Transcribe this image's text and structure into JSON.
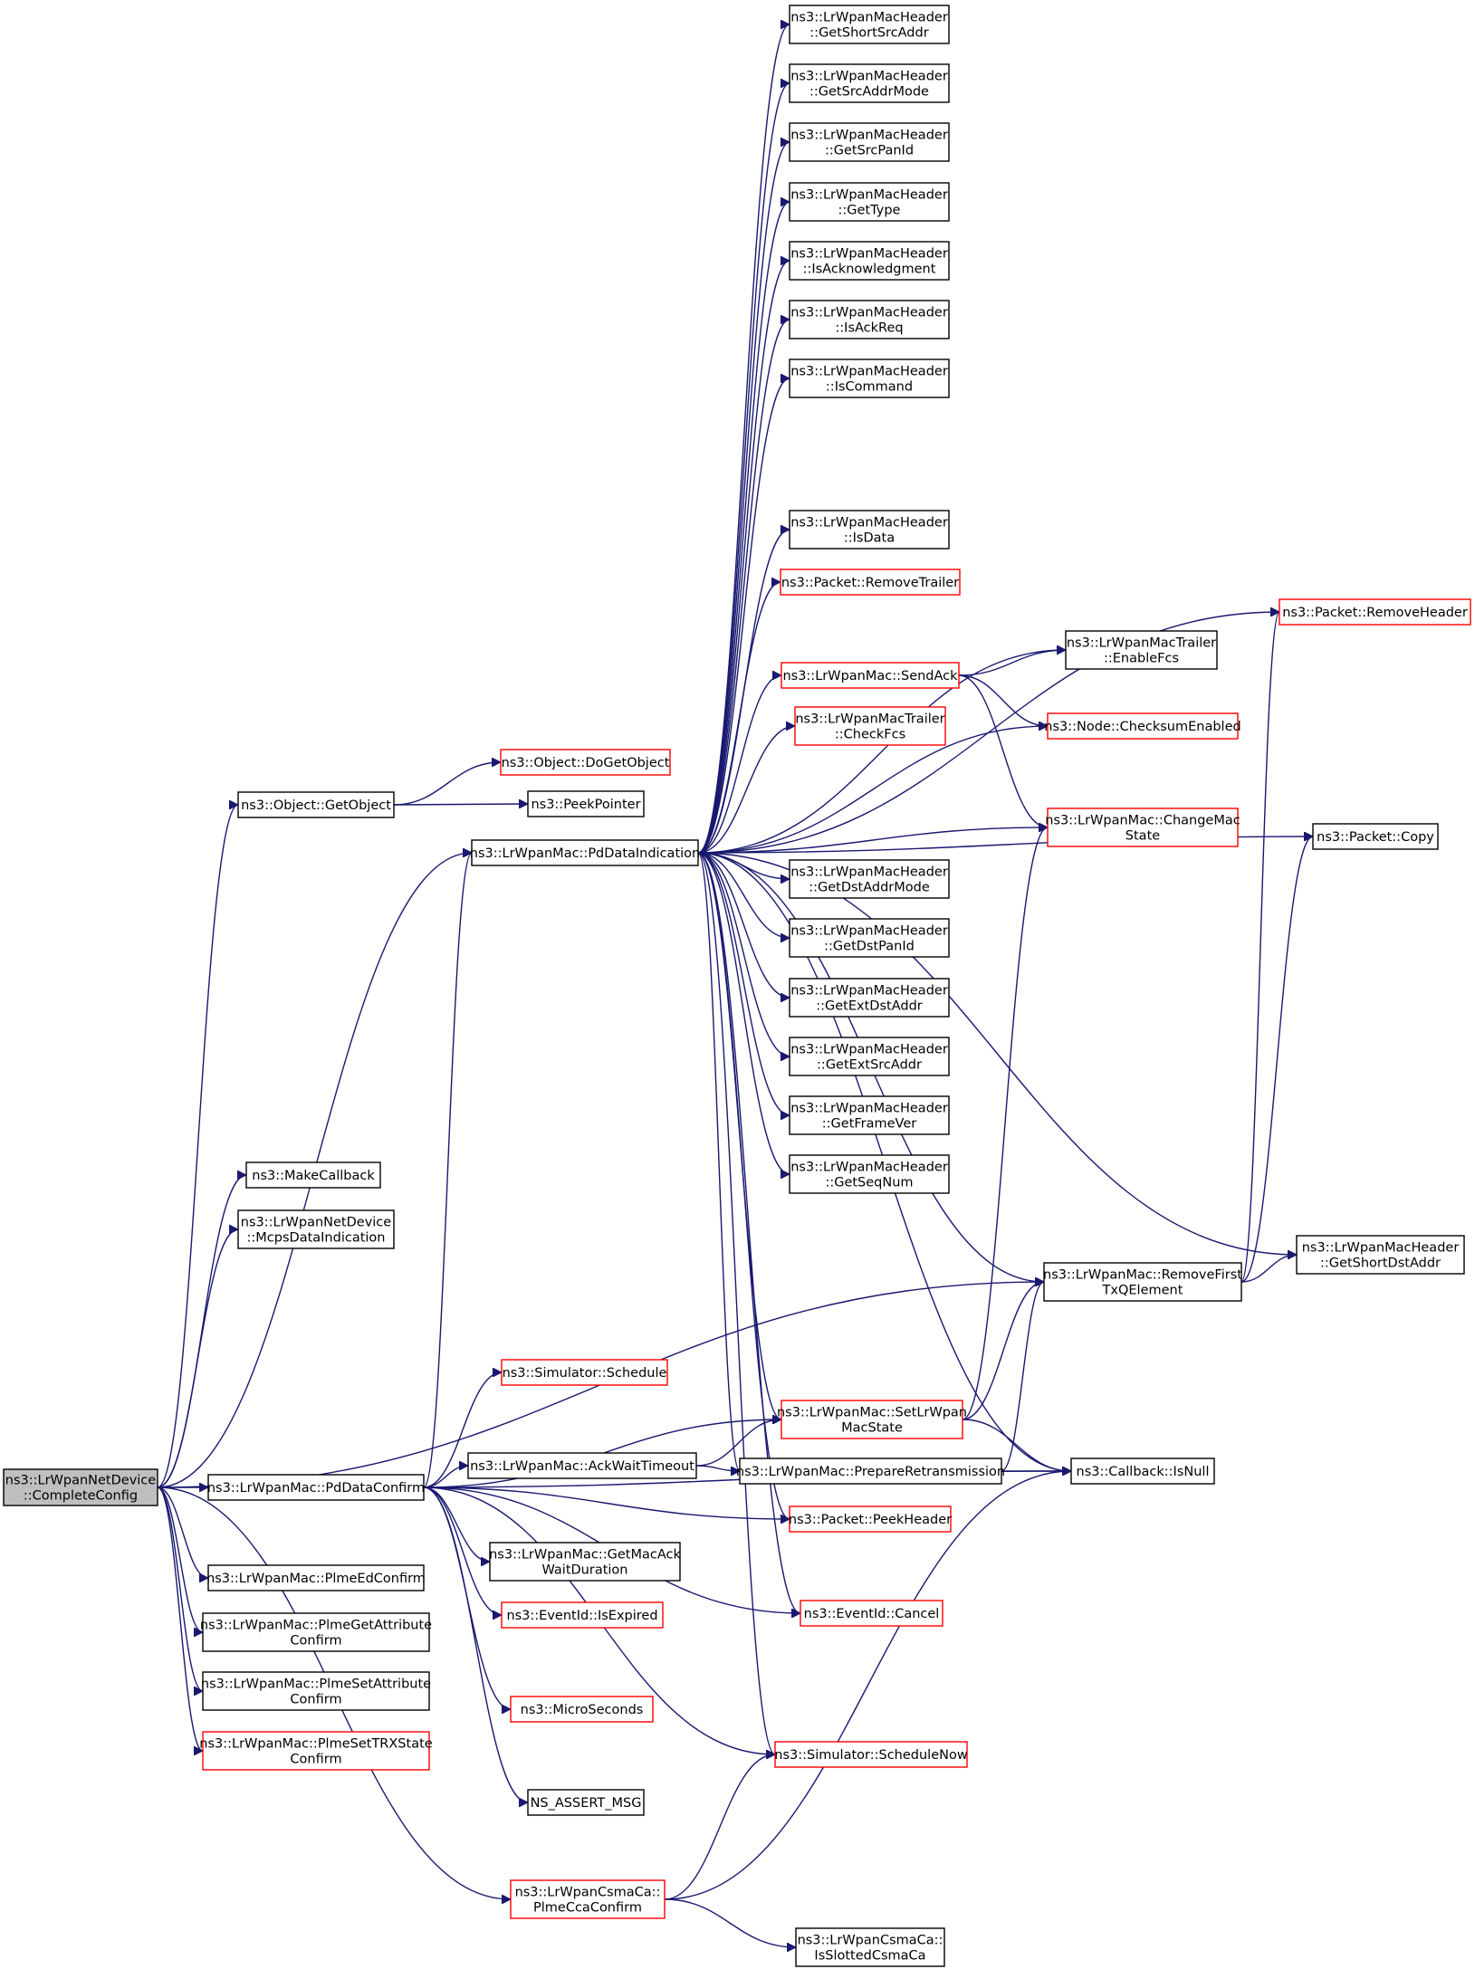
{
  "diagram": {
    "type": "call-graph",
    "nodes": [
      {
        "id": "root",
        "lines": [
          "ns3::LrWpanNetDevice",
          "::CompleteConfig"
        ],
        "style": "root"
      },
      {
        "id": "getobject",
        "lines": [
          "ns3::Object::GetObject"
        ],
        "style": "black"
      },
      {
        "id": "dogetobject",
        "lines": [
          "ns3::Object::DoGetObject"
        ],
        "style": "red"
      },
      {
        "id": "peekpointer",
        "lines": [
          "ns3::PeekPointer"
        ],
        "style": "black"
      },
      {
        "id": "pddataind",
        "lines": [
          "ns3::LrWpanMac::PdDataIndication"
        ],
        "style": "black"
      },
      {
        "id": "getshortsrc",
        "lines": [
          "ns3::LrWpanMacHeader",
          "::GetShortSrcAddr"
        ],
        "style": "black"
      },
      {
        "id": "getsrcaddrmode",
        "lines": [
          "ns3::LrWpanMacHeader",
          "::GetSrcAddrMode"
        ],
        "style": "black"
      },
      {
        "id": "getsrcpanid",
        "lines": [
          "ns3::LrWpanMacHeader",
          "::GetSrcPanId"
        ],
        "style": "black"
      },
      {
        "id": "gettype",
        "lines": [
          "ns3::LrWpanMacHeader",
          "::GetType"
        ],
        "style": "black"
      },
      {
        "id": "isack",
        "lines": [
          "ns3::LrWpanMacHeader",
          "::IsAcknowledgment"
        ],
        "style": "black"
      },
      {
        "id": "isackreq",
        "lines": [
          "ns3::LrWpanMacHeader",
          "::IsAckReq"
        ],
        "style": "black"
      },
      {
        "id": "iscommand",
        "lines": [
          "ns3::LrWpanMacHeader",
          "::IsCommand"
        ],
        "style": "black"
      },
      {
        "id": "isdata",
        "lines": [
          "ns3::LrWpanMacHeader",
          "::IsData"
        ],
        "style": "black"
      },
      {
        "id": "removetrailer",
        "lines": [
          "ns3::Packet::RemoveTrailer"
        ],
        "style": "red"
      },
      {
        "id": "sendack",
        "lines": [
          "ns3::LrWpanMac::SendAck"
        ],
        "style": "red"
      },
      {
        "id": "checkfcs",
        "lines": [
          "ns3::LrWpanMacTrailer",
          "::CheckFcs"
        ],
        "style": "red"
      },
      {
        "id": "enablefcs",
        "lines": [
          "ns3::LrWpanMacTrailer",
          "::EnableFcs"
        ],
        "style": "black"
      },
      {
        "id": "checksum",
        "lines": [
          "ns3::Node::ChecksumEnabled"
        ],
        "style": "red"
      },
      {
        "id": "changemac",
        "lines": [
          "ns3::LrWpanMac::ChangeMac",
          "State"
        ],
        "style": "red"
      },
      {
        "id": "removeheader",
        "lines": [
          "ns3::Packet::RemoveHeader"
        ],
        "style": "red"
      },
      {
        "id": "packetcopy",
        "lines": [
          "ns3::Packet::Copy"
        ],
        "style": "black"
      },
      {
        "id": "getdstaddrmode",
        "lines": [
          "ns3::LrWpanMacHeader",
          "::GetDstAddrMode"
        ],
        "style": "black"
      },
      {
        "id": "getdstpanid",
        "lines": [
          "ns3::LrWpanMacHeader",
          "::GetDstPanId"
        ],
        "style": "black"
      },
      {
        "id": "getextdst",
        "lines": [
          "ns3::LrWpanMacHeader",
          "::GetExtDstAddr"
        ],
        "style": "black"
      },
      {
        "id": "getextsrc",
        "lines": [
          "ns3::LrWpanMacHeader",
          "::GetExtSrcAddr"
        ],
        "style": "black"
      },
      {
        "id": "getframever",
        "lines": [
          "ns3::LrWpanMacHeader",
          "::GetFrameVer"
        ],
        "style": "black"
      },
      {
        "id": "getseqnum",
        "lines": [
          "ns3::LrWpanMacHeader",
          "::GetSeqNum"
        ],
        "style": "black"
      },
      {
        "id": "getshortdst",
        "lines": [
          "ns3::LrWpanMacHeader",
          "::GetShortDstAddr"
        ],
        "style": "black"
      },
      {
        "id": "removefirst",
        "lines": [
          "ns3::LrWpanMac::RemoveFirst",
          "TxQElement"
        ],
        "style": "black"
      },
      {
        "id": "makecallback",
        "lines": [
          "ns3::MakeCallback"
        ],
        "style": "black"
      },
      {
        "id": "mcpsdataind",
        "lines": [
          "ns3::LrWpanNetDevice",
          "::McpsDataIndication"
        ],
        "style": "black"
      },
      {
        "id": "schedule",
        "lines": [
          "ns3::Simulator::Schedule"
        ],
        "style": "red"
      },
      {
        "id": "setlrwpan",
        "lines": [
          "ns3::LrWpanMac::SetLrWpan",
          "MacState"
        ],
        "style": "red"
      },
      {
        "id": "isnull",
        "lines": [
          "ns3::Callback::IsNull"
        ],
        "style": "black"
      },
      {
        "id": "ackwait",
        "lines": [
          "ns3::LrWpanMac::AckWaitTimeout"
        ],
        "style": "black"
      },
      {
        "id": "prepareretx",
        "lines": [
          "ns3::LrWpanMac::PrepareRetransmission"
        ],
        "style": "black"
      },
      {
        "id": "pddataconfirm",
        "lines": [
          "ns3::LrWpanMac::PdDataConfirm"
        ],
        "style": "black"
      },
      {
        "id": "peekheader",
        "lines": [
          "ns3::Packet::PeekHeader"
        ],
        "style": "red"
      },
      {
        "id": "getmacack",
        "lines": [
          "ns3::LrWpanMac::GetMacAck",
          "WaitDuration"
        ],
        "style": "black"
      },
      {
        "id": "isexpired",
        "lines": [
          "ns3::EventId::IsExpired"
        ],
        "style": "red"
      },
      {
        "id": "cancel",
        "lines": [
          "ns3::EventId::Cancel"
        ],
        "style": "red"
      },
      {
        "id": "microseconds",
        "lines": [
          "ns3::MicroSeconds"
        ],
        "style": "red"
      },
      {
        "id": "schedulenow",
        "lines": [
          "ns3::Simulator::ScheduleNow"
        ],
        "style": "red"
      },
      {
        "id": "nsassert",
        "lines": [
          "NS_ASSERT_MSG"
        ],
        "style": "black"
      },
      {
        "id": "plmecca",
        "lines": [
          "ns3::LrWpanCsmaCa::",
          "PlmeCcaConfirm"
        ],
        "style": "red"
      },
      {
        "id": "isslotted",
        "lines": [
          "ns3::LrWpanCsmaCa::",
          "IsSlottedCsmaCa"
        ],
        "style": "black"
      },
      {
        "id": "plmeed",
        "lines": [
          "ns3::LrWpanMac::PlmeEdConfirm"
        ],
        "style": "black"
      },
      {
        "id": "plmegetattr",
        "lines": [
          "ns3::LrWpanMac::PlmeGetAttribute",
          "Confirm"
        ],
        "style": "black"
      },
      {
        "id": "plmesetattr",
        "lines": [
          "ns3::LrWpanMac::PlmeSetAttribute",
          "Confirm"
        ],
        "style": "black"
      },
      {
        "id": "plmesettrx",
        "lines": [
          "ns3::LrWpanMac::PlmeSetTRXState",
          "Confirm"
        ],
        "style": "red"
      }
    ],
    "edges": [
      {
        "from": "root",
        "to": "getobject"
      },
      {
        "from": "root",
        "to": "makecallback"
      },
      {
        "from": "root",
        "to": "mcpsdataind"
      },
      {
        "from": "root",
        "to": "pddataind"
      },
      {
        "from": "root",
        "to": "removefirst"
      },
      {
        "from": "root",
        "to": "pddataconfirm"
      },
      {
        "from": "root",
        "to": "plmeed"
      },
      {
        "from": "root",
        "to": "plmegetattr"
      },
      {
        "from": "root",
        "to": "plmesetattr"
      },
      {
        "from": "root",
        "to": "plmesettrx"
      },
      {
        "from": "root",
        "to": "plmecca"
      },
      {
        "from": "getobject",
        "to": "dogetobject"
      },
      {
        "from": "getobject",
        "to": "peekpointer"
      },
      {
        "from": "pddataind",
        "to": "getshortsrc"
      },
      {
        "from": "pddataind",
        "to": "getsrcaddrmode"
      },
      {
        "from": "pddataind",
        "to": "getsrcpanid"
      },
      {
        "from": "pddataind",
        "to": "gettype"
      },
      {
        "from": "pddataind",
        "to": "isack"
      },
      {
        "from": "pddataind",
        "to": "isackreq"
      },
      {
        "from": "pddataind",
        "to": "iscommand"
      },
      {
        "from": "pddataind",
        "to": "isdata"
      },
      {
        "from": "pddataind",
        "to": "removetrailer"
      },
      {
        "from": "pddataind",
        "to": "sendack"
      },
      {
        "from": "pddataind",
        "to": "checkfcs"
      },
      {
        "from": "pddataind",
        "to": "enablefcs"
      },
      {
        "from": "pddataind",
        "to": "checksum"
      },
      {
        "from": "pddataind",
        "to": "changemac"
      },
      {
        "from": "pddataind",
        "to": "removeheader"
      },
      {
        "from": "pddataind",
        "to": "packetcopy"
      },
      {
        "from": "pddataind",
        "to": "getdstaddrmode"
      },
      {
        "from": "pddataind",
        "to": "getdstpanid"
      },
      {
        "from": "pddataind",
        "to": "getextdst"
      },
      {
        "from": "pddataind",
        "to": "getextsrc"
      },
      {
        "from": "pddataind",
        "to": "getframever"
      },
      {
        "from": "pddataind",
        "to": "getseqnum"
      },
      {
        "from": "pddataind",
        "to": "getshortdst"
      },
      {
        "from": "pddataind",
        "to": "removefirst"
      },
      {
        "from": "pddataind",
        "to": "setlrwpan"
      },
      {
        "from": "pddataind",
        "to": "isnull"
      },
      {
        "from": "pddataind",
        "to": "prepareretx"
      },
      {
        "from": "pddataind",
        "to": "peekheader"
      },
      {
        "from": "pddataind",
        "to": "cancel"
      },
      {
        "from": "pddataind",
        "to": "schedulenow"
      },
      {
        "from": "sendack",
        "to": "enablefcs"
      },
      {
        "from": "sendack",
        "to": "checksum"
      },
      {
        "from": "sendack",
        "to": "changemac"
      },
      {
        "from": "removefirst",
        "to": "removeheader"
      },
      {
        "from": "removefirst",
        "to": "packetcopy"
      },
      {
        "from": "removefirst",
        "to": "getshortdst"
      },
      {
        "from": "setlrwpan",
        "to": "changemac"
      },
      {
        "from": "setlrwpan",
        "to": "removefirst"
      },
      {
        "from": "setlrwpan",
        "to": "isnull"
      },
      {
        "from": "ackwait",
        "to": "setlrwpan"
      },
      {
        "from": "ackwait",
        "to": "prepareretx"
      },
      {
        "from": "prepareretx",
        "to": "removefirst"
      },
      {
        "from": "prepareretx",
        "to": "isnull"
      },
      {
        "from": "pddataconfirm",
        "to": "pddataind"
      },
      {
        "from": "pddataconfirm",
        "to": "schedule"
      },
      {
        "from": "pddataconfirm",
        "to": "setlrwpan"
      },
      {
        "from": "pddataconfirm",
        "to": "ackwait"
      },
      {
        "from": "pddataconfirm",
        "to": "peekheader"
      },
      {
        "from": "pddataconfirm",
        "to": "getmacack"
      },
      {
        "from": "pddataconfirm",
        "to": "isexpired"
      },
      {
        "from": "pddataconfirm",
        "to": "cancel"
      },
      {
        "from": "pddataconfirm",
        "to": "microseconds"
      },
      {
        "from": "pddataconfirm",
        "to": "schedulenow"
      },
      {
        "from": "pddataconfirm",
        "to": "nsassert"
      },
      {
        "from": "pddataconfirm",
        "to": "isnull"
      },
      {
        "from": "plmecca",
        "to": "schedulenow"
      },
      {
        "from": "plmecca",
        "to": "isnull"
      },
      {
        "from": "plmecca",
        "to": "isslotted"
      }
    ]
  }
}
